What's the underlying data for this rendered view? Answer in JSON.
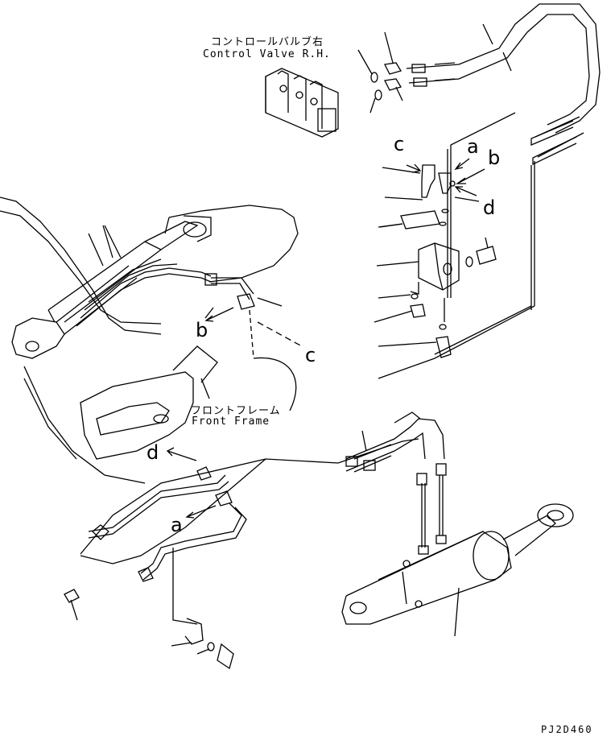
{
  "labels": {
    "control_valve_jp": "コントロールバルブ右",
    "control_valve_en": "Control Valve R.H.",
    "front_frame_jp": "フロントフレーム",
    "front_frame_en": "Front Frame",
    "drawing_code": "PJ2D460"
  },
  "callouts": {
    "a_upper": "a",
    "b_upper": "b",
    "c_upper": "c",
    "d_upper": "d",
    "b_left": "b",
    "c_left": "c",
    "d_lower": "d",
    "a_lower": "a"
  }
}
